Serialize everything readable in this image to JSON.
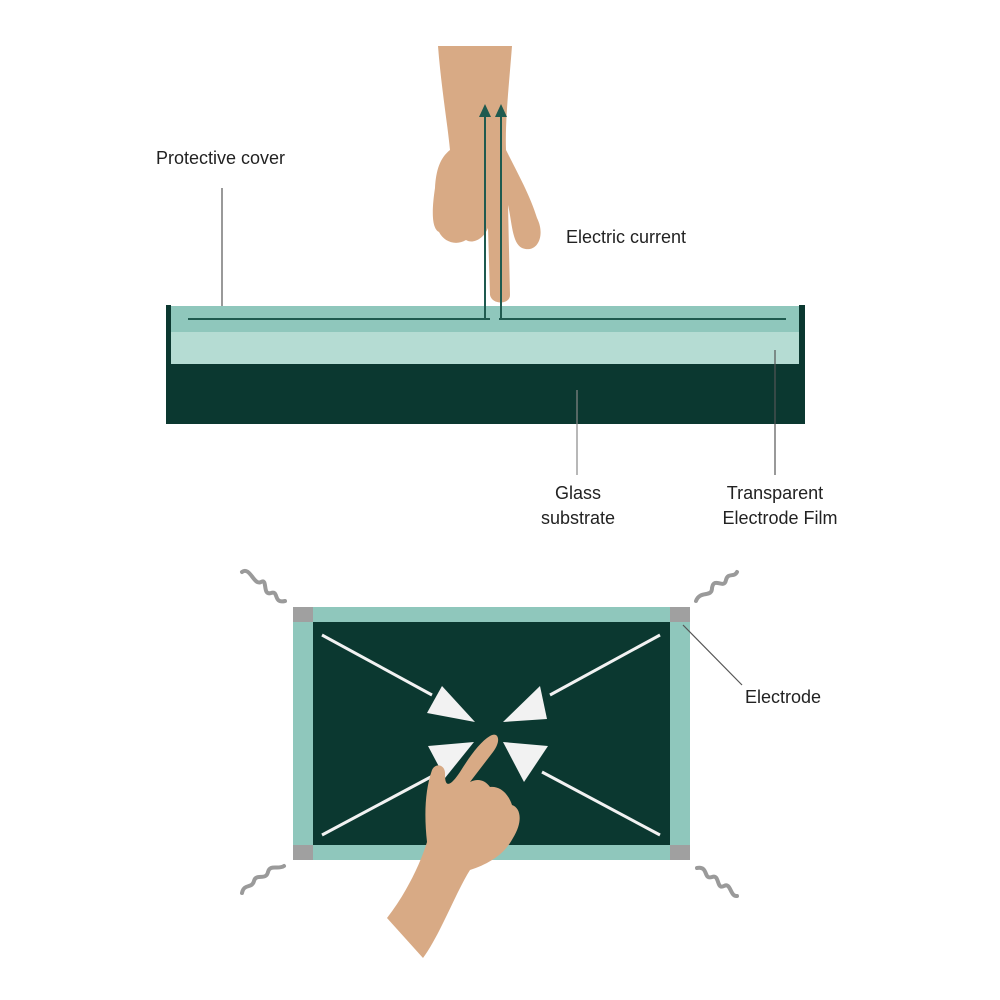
{
  "labels": {
    "protective_cover": "Protective cover",
    "electric_current": "Electric current",
    "glass_line1": "Glass",
    "glass_line2": "substrate",
    "film_line1": "Transparent",
    "film_line2": "Electrode Film",
    "electrode": "Electrode"
  },
  "icons": {
    "hand_top": "pointing-hand-icon",
    "hand_bottom": "touching-hand-icon",
    "arrow": "arrow-icon",
    "wire": "squiggle-wire-icon"
  },
  "colors": {
    "dark_green": "#0b3830",
    "cover_green": "#8fc7bc",
    "film_green": "#b5dcd3",
    "skin": "#d8aa85",
    "electrode_gray": "#a0a0a0",
    "wire_gray": "#9a9a9a",
    "leader_line": "#555555",
    "arrow_white": "#f2f2f2"
  }
}
